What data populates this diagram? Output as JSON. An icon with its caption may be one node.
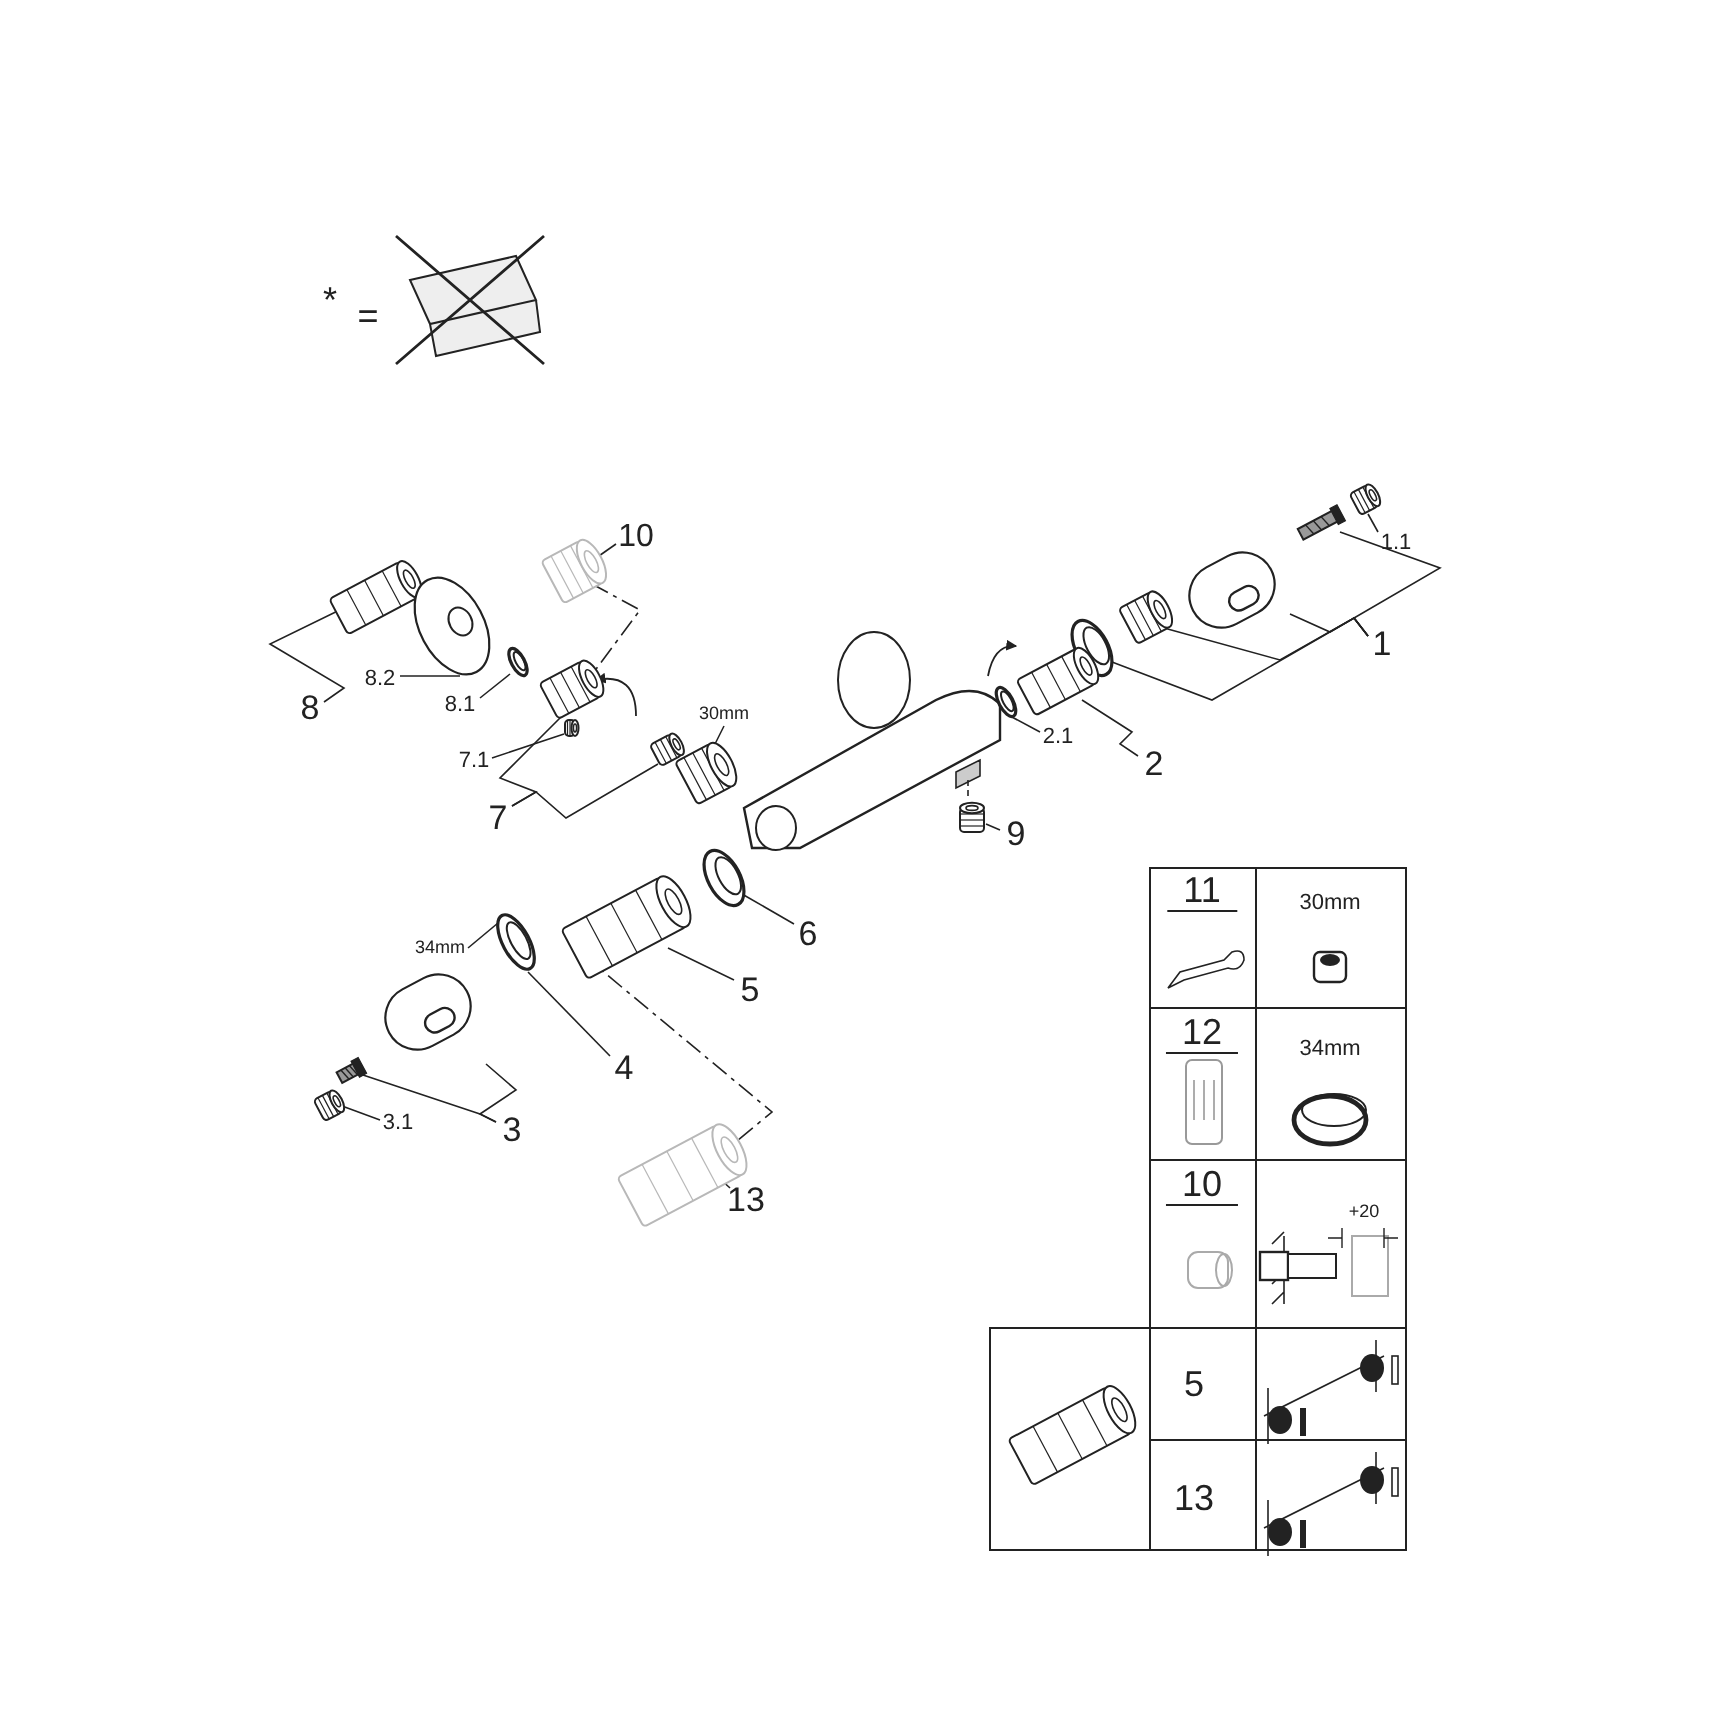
{
  "diagram": {
    "nodes": [
      {
        "text": [
          "10"
        ]
      },
      {
        "text": [],
        "shape": "picture"
      },
      {
        "text": [
          "1.1"
        ]
      },
      {
        "text": [],
        "shape": "picture"
      },
      {
        "text": [],
        "shape": "picture"
      },
      {
        "text": [],
        "shape": "picture"
      },
      {
        "text": [],
        "shape": "picture"
      },
      {
        "text": [],
        "shape": "picture"
      },
      {
        "text": [
          "1"
        ]
      },
      {
        "text": [],
        "shape": "picture"
      },
      {
        "text": [],
        "shape": "picture"
      },
      {
        "text": [
          "8.2"
        ]
      },
      {
        "text": [],
        "shape": "picture"
      },
      {
        "text": [
          "8.1"
        ]
      },
      {
        "text": [
          "8"
        ]
      },
      {
        "text": [],
        "shape": "picture"
      },
      {
        "text": [],
        "shape": "picture"
      },
      {
        "text": [
          "7.1"
        ]
      },
      {
        "text": [],
        "shape": "picture"
      },
      {
        "text": [
          "7"
        ]
      },
      {
        "text": [
          "30mm"
        ]
      },
      {
        "text": [],
        "shape": "picture"
      },
      {
        "text": [],
        "shape": "picture"
      },
      {
        "text": [
          "2.1"
        ]
      },
      {
        "text": [],
        "shape": "picture"
      },
      {
        "text": [
          "2"
        ]
      },
      {
        "text": [],
        "shape": "picture"
      },
      {
        "text": [
          "9"
        ]
      },
      {
        "text": [],
        "shape": "picture"
      },
      {
        "text": [
          "6"
        ]
      },
      {
        "text": [],
        "shape": "picture"
      },
      {
        "text": [
          "5"
        ]
      },
      {
        "text": [
          "34mm"
        ]
      },
      {
        "text": [],
        "shape": "picture"
      },
      {
        "text": [
          "4"
        ]
      },
      {
        "text": [],
        "shape": "picture"
      },
      {
        "text": [],
        "shape": "picture"
      },
      {
        "text": [],
        "shape": "picture"
      },
      {
        "text": [
          "3.1"
        ]
      },
      {
        "text": [
          "3"
        ]
      },
      {
        "text": [],
        "shape": "picture"
      },
      {
        "text": [
          "13"
        ]
      }
    ],
    "edges": [
      {
        "from": 0,
        "to": 1,
        "arrow": "none"
      },
      {
        "from": 2,
        "to": 3,
        "arrow": "none"
      },
      {
        "from": 8,
        "to": 4,
        "arrow": "none"
      },
      {
        "from": 8,
        "to": 5,
        "arrow": "none"
      },
      {
        "from": 8,
        "to": 6,
        "arrow": "none"
      },
      {
        "from": 8,
        "to": 7,
        "arrow": "none"
      },
      {
        "from": 11,
        "to": 10,
        "arrow": "none"
      },
      {
        "from": 13,
        "to": 12,
        "arrow": "none"
      },
      {
        "from": 14,
        "to": 9,
        "arrow": "none"
      },
      {
        "from": 17,
        "to": 16,
        "arrow": "none"
      },
      {
        "from": 19,
        "to": 15,
        "arrow": "none"
      },
      {
        "from": 19,
        "to": 18,
        "arrow": "none"
      },
      {
        "from": 20,
        "to": 21,
        "arrow": "none"
      },
      {
        "from": 23,
        "to": 22,
        "arrow": "none"
      },
      {
        "from": 25,
        "to": 24,
        "arrow": "none"
      },
      {
        "from": 27,
        "to": 26,
        "arrow": "none"
      },
      {
        "from": 29,
        "to": 28,
        "arrow": "none"
      },
      {
        "from": 31,
        "to": 30,
        "arrow": "none"
      },
      {
        "from": 32,
        "to": 33,
        "arrow": "none"
      },
      {
        "from": 34,
        "to": 33,
        "arrow": "none"
      },
      {
        "from": 39,
        "to": 35,
        "arrow": "none"
      },
      {
        "from": 39,
        "to": 36,
        "arrow": "none"
      },
      {
        "from": 38,
        "to": 37,
        "arrow": "none"
      },
      {
        "from": 41,
        "to": 40,
        "arrow": "none"
      },
      {
        "from": 1,
        "to": 15,
        "arrow": "none",
        "style": "dashed"
      },
      {
        "from": 30,
        "to": 40,
        "arrow": "none",
        "style": "dashed"
      }
    ],
    "labels": [
      "*",
      "=",
      "11",
      "30mm",
      "12",
      "34mm",
      "10",
      "+20",
      "5",
      "13"
    ]
  }
}
